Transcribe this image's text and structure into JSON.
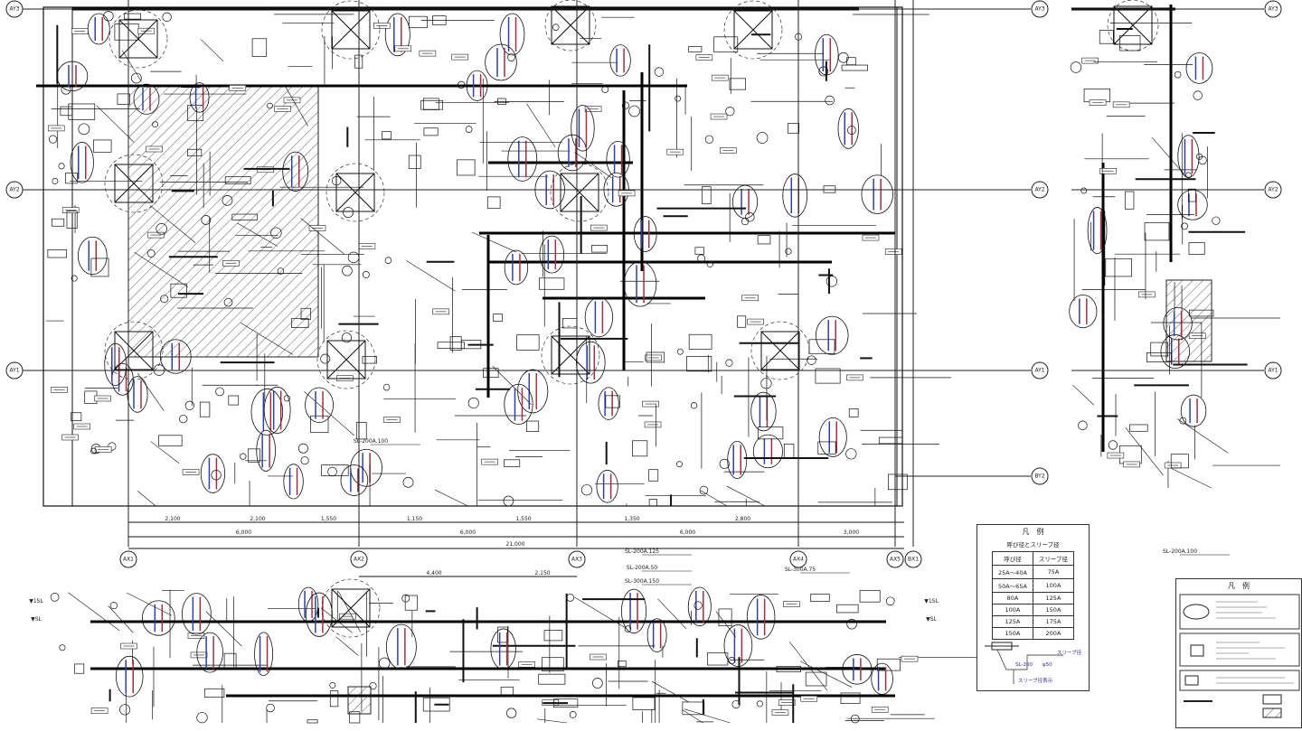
{
  "grid": {
    "columns": [
      "AX1",
      "AX2",
      "AX3",
      "AX4",
      "AX5",
      "BX1"
    ],
    "rows": [
      "AY3",
      "AY2",
      "AY1",
      "BY2"
    ],
    "right_rows": [
      "AY3",
      "AY2",
      "AY1"
    ]
  },
  "dimensions": {
    "spans": [
      "6,000",
      "6,000",
      "6,000",
      "3,000"
    ],
    "sub_spans": [
      "2,100",
      "2,100",
      "1,550",
      "1,150",
      "1,550",
      "1,350",
      "2,800"
    ],
    "total": "21,000",
    "bottom_spans": [
      "4,400",
      "2,150"
    ]
  },
  "pipe_labels": [
    "SL-200A.100",
    "SL-200A.125",
    "SL-200A.50",
    "SL-300A.150",
    "SL-200A.100",
    "SL-300A.75"
  ],
  "level_marks": [
    "▼1SL",
    "▼SL",
    "▼1SL",
    "▼SL"
  ],
  "legend": {
    "title": "凡　例",
    "subtitle": "呼び径とスリーブ径",
    "headers": [
      "呼び径",
      "スリーブ径"
    ],
    "rows": [
      [
        "25A～40A",
        "75A"
      ],
      [
        "50A～65A",
        "100A"
      ],
      [
        "80A",
        "125A"
      ],
      [
        "100A",
        "150A"
      ],
      [
        "125A",
        "175A"
      ],
      [
        "150A",
        "200A"
      ]
    ],
    "example_label_1": "SL-200",
    "example_label_2": "φ50",
    "example_label_3": "スリーブ径",
    "example_label_4": "スリーブ径表示"
  },
  "legend2": {
    "title": "凡　例"
  }
}
